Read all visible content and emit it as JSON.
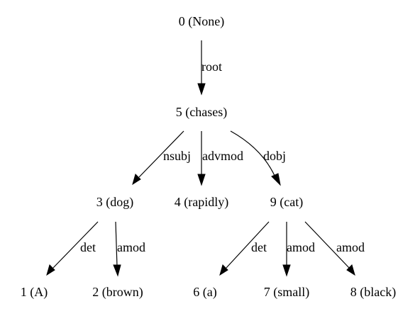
{
  "nodes": {
    "n0": "0 (None)",
    "n5": "5 (chases)",
    "n3": "3 (dog)",
    "n4": "4 (rapidly)",
    "n9": "9 (cat)",
    "n1": "1 (A)",
    "n2": "2 (brown)",
    "n6": "6 (a)",
    "n7": "7 (small)",
    "n8": "8 (black)"
  },
  "edges": {
    "root": "root",
    "nsubj": "nsubj",
    "advmod": "advmod",
    "dobj": "dobj",
    "det_dog": "det",
    "amod_dog": "amod",
    "det_cat": "det",
    "amod_small": "amod",
    "amod_black": "amod"
  }
}
